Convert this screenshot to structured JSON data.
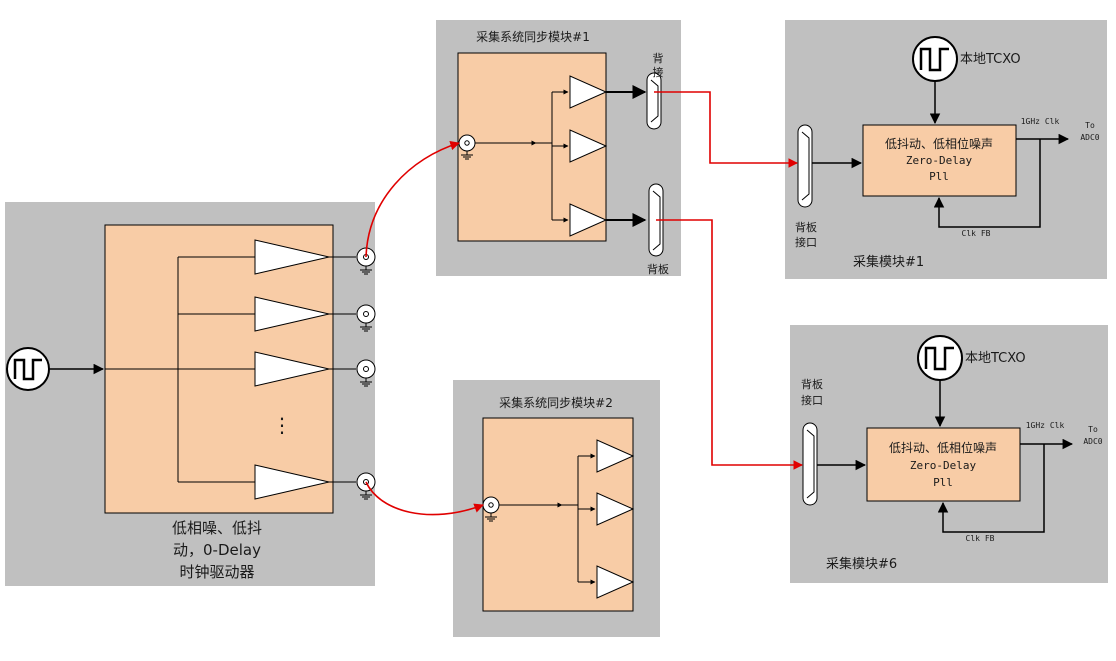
{
  "driver": {
    "label_lines": [
      "低相噪、低抖",
      "动，0-Delay",
      "时钟驱动器"
    ],
    "ellipsis": "⋮"
  },
  "sync1": {
    "title": "采集系统同步模块#1",
    "backplane_top": "背\n接",
    "backplane_bottom": "背板"
  },
  "sync2": {
    "title": "采集系统同步模块#2"
  },
  "acq1": {
    "title": "采集模块#1",
    "tcxo": "本地TCXO",
    "connector_label_lines": [
      "背板",
      "接口"
    ],
    "pll_lines": [
      "低抖动、低相位噪声",
      "Zero-Delay",
      "Pll"
    ],
    "out_label": "1GHz Clk",
    "to_lines": [
      "To",
      "ADC0"
    ],
    "fb_label": "Clk FB"
  },
  "acq6": {
    "title": "采集模块#6",
    "tcxo": "本地TCXO",
    "connector_label_lines": [
      "背板",
      "接口"
    ],
    "pll_lines": [
      "低抖动、低相位噪声",
      "Zero-Delay",
      "Pll"
    ],
    "out_label": "1GHz Clk",
    "to_lines": [
      "To",
      "ADC0"
    ],
    "fb_label": "Clk FB"
  },
  "colors": {
    "panel": "#c0c0c0",
    "block": "#f8cca6",
    "wire": "#000000",
    "red_link": "#e00000"
  }
}
